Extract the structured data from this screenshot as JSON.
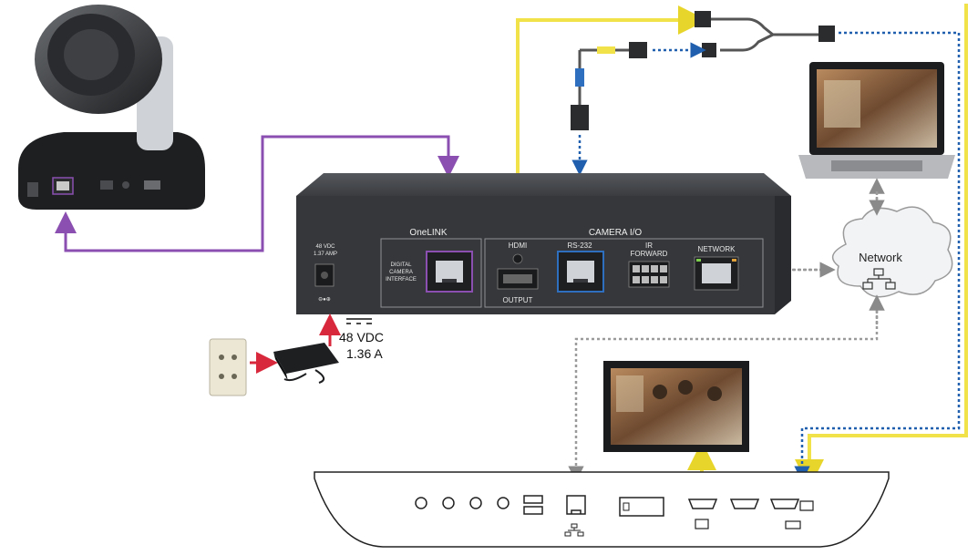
{
  "interface": {
    "onelink_header": "OneLINK",
    "camera_io_header": "CAMERA I/O",
    "power_rating": [
      "48 VDC",
      "1.37 AMP"
    ],
    "digital_camera_interface": [
      "DIGITAL",
      "CAMERA",
      "INTERFACE"
    ],
    "hdmi_label": "HDMI",
    "output_label": "OUTPUT",
    "rs232_label": "RS-232",
    "ir_forward_label": [
      "IR",
      "FORWARD"
    ],
    "network_port_label": "NETWORK"
  },
  "power_supply": {
    "voltage": "48 VDC",
    "current": "1.36 A"
  },
  "network_cloud": {
    "label": "Network"
  },
  "colors": {
    "onelink_cable": "#8a4fb0",
    "usb_cable": "#f2e24a",
    "power_arrow": "#d8283c",
    "rs232_link": "#1f5fae",
    "network_link": "#9a9a9a",
    "device_body": "#3a3c3f"
  }
}
